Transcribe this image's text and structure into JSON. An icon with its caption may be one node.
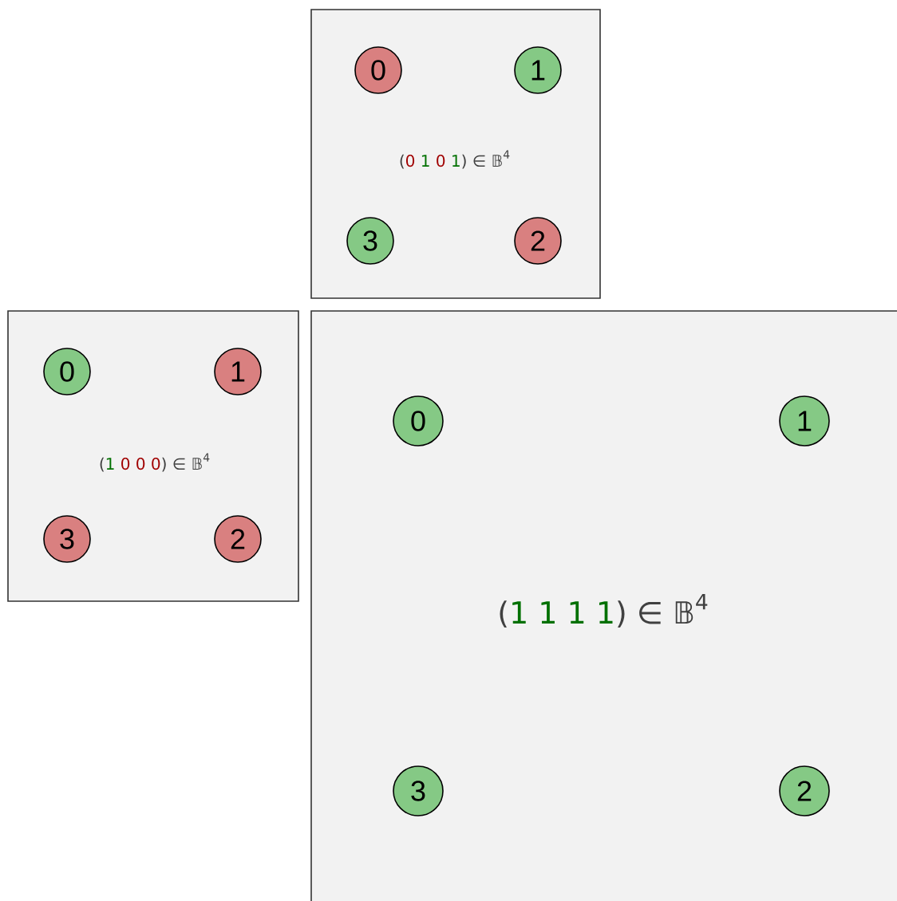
{
  "diagram": {
    "nodes": [
      {
        "text": [
          "\\text{(\\textcolor{bitoff}{0} \\textcolor{biton}{1} \\textcolor{bitoff}{0} \\textcolor{biton}{1}) ∈ 𝔹}^{\\text{4}}"
        ]
      },
      {
        "text": [
          "0"
        ],
        "in": 0
      },
      {
        "text": [
          "1"
        ],
        "in": 0
      },
      {
        "text": [
          "3"
        ],
        "in": 0
      },
      {
        "text": [
          "2"
        ],
        "in": 0
      },
      {
        "text": [
          "\\text{(\\textcolor{biton}{1} \\textcolor{bitoff}{0} \\textcolor{bitoff}{0} \\textcolor{bitoff}{0}) ∈ 𝔹}^{\\text{4}}"
        ]
      },
      {
        "text": [
          "0"
        ],
        "in": 5
      },
      {
        "text": [
          "1"
        ],
        "in": 5
      },
      {
        "text": [
          "3"
        ],
        "in": 5
      },
      {
        "text": [
          "2"
        ],
        "in": 5
      },
      {
        "text": [
          "\\text{(\\textcolor{biton}{1} \\textcolor{biton}{1} \\textcolor{biton}{1} \\textcolor{biton}{1}) ∈ 𝔹}^{\\text{4}}"
        ]
      },
      {
        "text": [
          "0"
        ],
        "in": 10
      },
      {
        "text": [
          "1"
        ],
        "in": 10
      },
      {
        "text": [
          "3"
        ],
        "in": 10
      },
      {
        "text": [
          "2"
        ],
        "in": 10
      }
    ]
  }
}
